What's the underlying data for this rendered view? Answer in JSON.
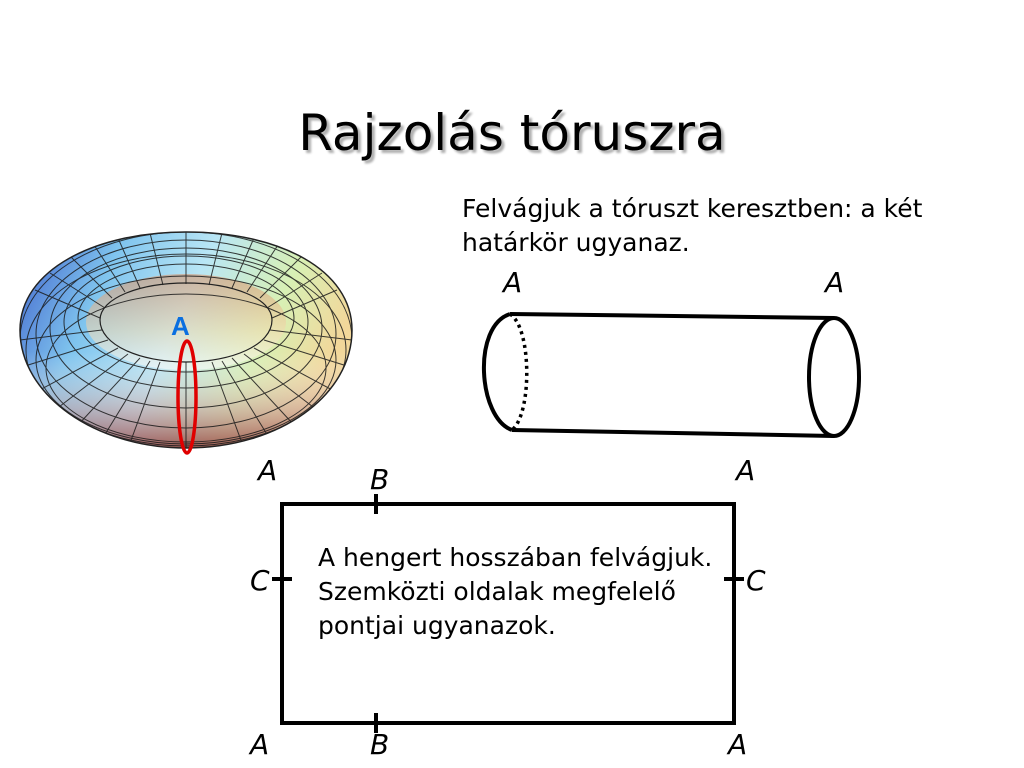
{
  "title": "Rajzolás tóruszra",
  "torus": {
    "label": "A",
    "label_color": "#0a6fe0",
    "cut_color": "#e00000"
  },
  "cylinder": {
    "text": "Felvágjuk a tóruszt keresztben: a két határkör ugyanaz.",
    "label_left": "A",
    "label_right": "A"
  },
  "rectangle": {
    "text": "A hengert hosszában felvágjuk. Szemközti oldalak megfelelő pontjai ugyanazok.",
    "top_left": "A",
    "top_right": "A",
    "bottom_left": "A",
    "bottom_right": "A",
    "top_mid": "B",
    "bottom_mid": "B",
    "left_mid": "C",
    "right_mid": "C"
  }
}
